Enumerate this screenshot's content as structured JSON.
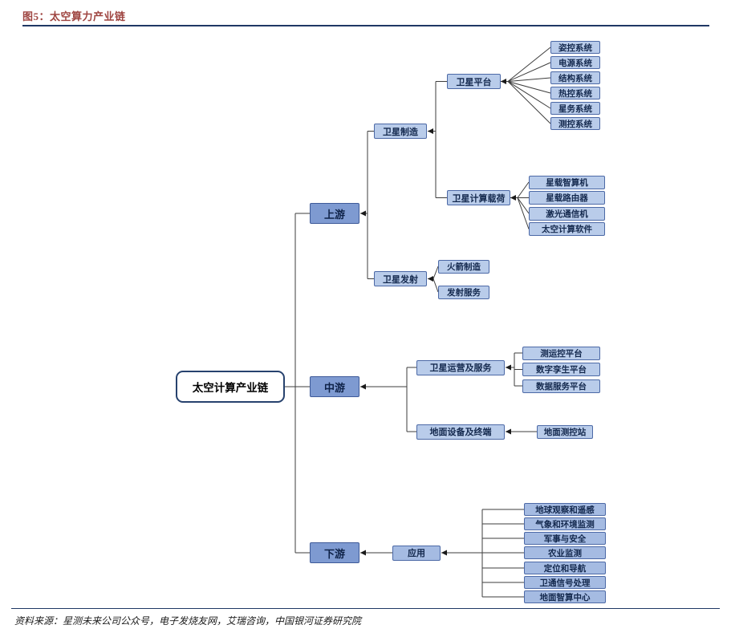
{
  "figure": {
    "title": "图5：太空算力产业链",
    "source": "资料来源：星测未来公司公众号，电子发烧友网，艾瑞咨询，中国银河证券研究院"
  },
  "colors": {
    "title_red": "#9E4440",
    "rule_navy": "#1F3864",
    "tier_fill": "#7E9AD1",
    "node_fill": "#B9CCEA",
    "app_fill": "#A5BBE2",
    "node_border": "#4C69A6"
  },
  "chain": {
    "root_label": "太空计算产业链",
    "upstream": {
      "label": "上游",
      "manufacturing": {
        "label": "卫星制造",
        "platform": {
          "label": "卫星平台",
          "children": [
            "姿控系统",
            "电源系统",
            "结构系统",
            "热控系统",
            "星务系统",
            "测控系统"
          ]
        },
        "payload": {
          "label": "卫星计算载荷",
          "children": [
            "星载智算机",
            "星载路由器",
            "激光通信机",
            "太空计算软件"
          ]
        }
      },
      "launch": {
        "label": "卫星发射",
        "children": [
          "火箭制造",
          "发射服务"
        ]
      }
    },
    "midstream": {
      "label": "中游",
      "operation": {
        "label": "卫星运营及服务",
        "children": [
          "测运控平台",
          "数字孪生平台",
          "数据服务平台"
        ]
      },
      "ground": {
        "label": "地面设备及终端",
        "children": [
          "地面测控站"
        ]
      }
    },
    "downstream": {
      "label": "下游",
      "application": {
        "label": "应用",
        "children": [
          "地球观察和遥感",
          "气象和环境监测",
          "军事与安全",
          "农业监测",
          "定位和导航",
          "卫通信号处理",
          "地面智算中心"
        ]
      }
    }
  }
}
